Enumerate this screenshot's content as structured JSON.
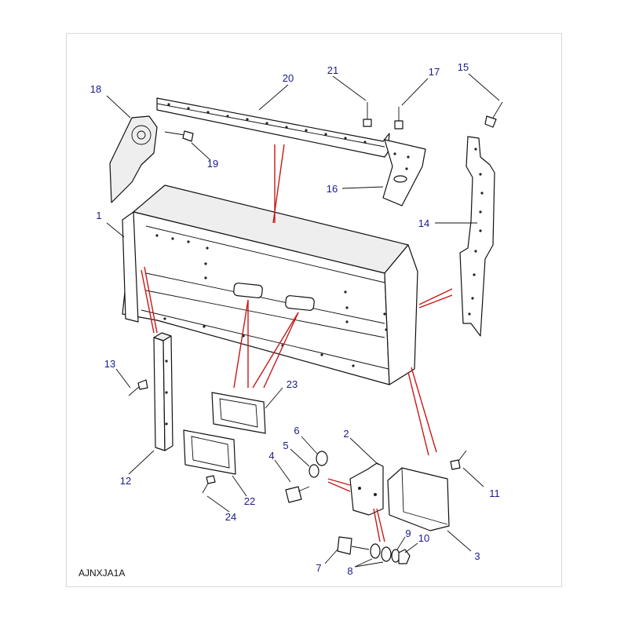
{
  "diagram": {
    "drawing_code": "AJNXJA1A",
    "part_labels": {
      "p1": "1",
      "p2": "2",
      "p3": "3",
      "p4": "4",
      "p5": "5",
      "p6": "6",
      "p7": "7",
      "p8": "8",
      "p9": "9",
      "p10": "10",
      "p11": "11",
      "p12": "12",
      "p13": "13",
      "p14": "14",
      "p15": "15",
      "p16": "16",
      "p17": "17",
      "p18": "18",
      "p19": "19",
      "p20": "20",
      "p21": "21",
      "p22": "22",
      "p23": "23",
      "p24": "24"
    },
    "colors": {
      "label_text": "#1a1a8c",
      "callout_lines": "#c81818",
      "line_art": "#111111"
    }
  }
}
